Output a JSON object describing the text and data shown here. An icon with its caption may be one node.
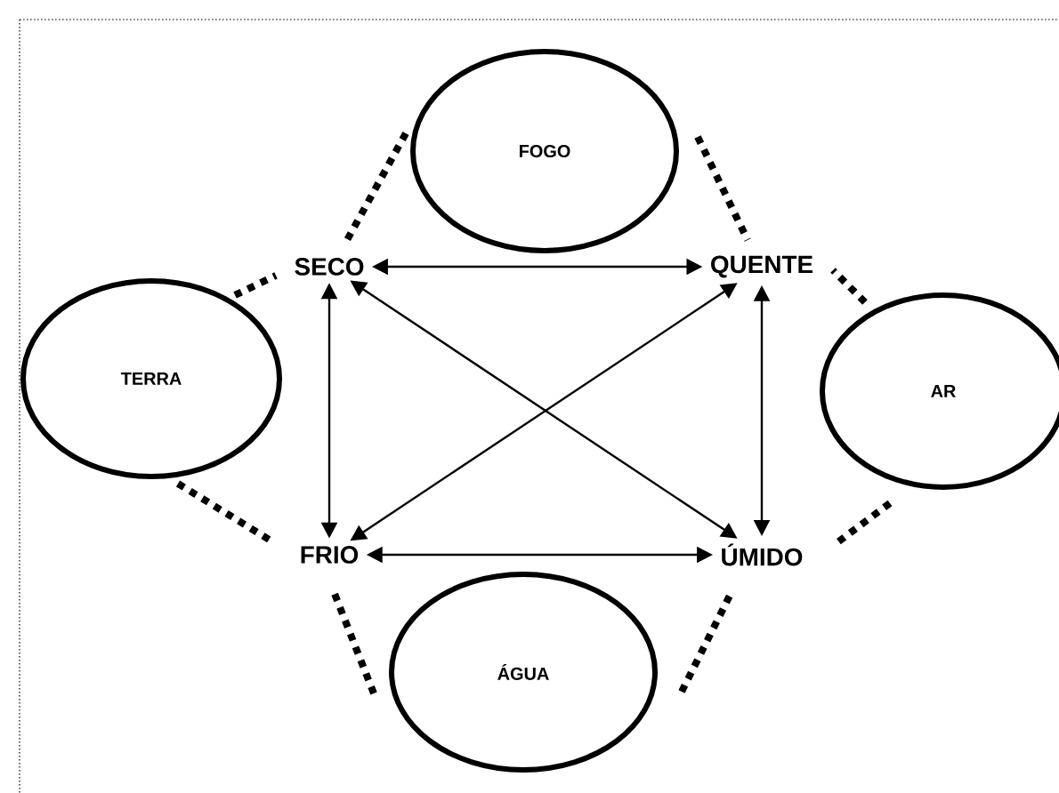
{
  "diagram": {
    "nodes": [
      {
        "text": [
          "FOGO"
        ]
      },
      {
        "text": [
          "SECO"
        ]
      },
      {
        "text": [
          "QUENTE"
        ]
      },
      {
        "text": [
          "TERRA"
        ]
      },
      {
        "text": [
          "AR"
        ]
      },
      {
        "text": [
          "FRIO"
        ]
      },
      {
        "text": [
          "ÚMIDO"
        ]
      },
      {
        "text": [
          "ÁGUA"
        ]
      }
    ],
    "edges": [
      {
        "from": 0,
        "to": 1,
        "arrow": "none",
        "style": "dashed"
      },
      {
        "from": 3,
        "to": 1,
        "arrow": "none",
        "style": "dashed"
      },
      {
        "from": 0,
        "to": 2,
        "arrow": "none",
        "style": "dashed"
      },
      {
        "from": 4,
        "to": 2,
        "arrow": "none",
        "style": "dashed"
      },
      {
        "from": 3,
        "to": 5,
        "arrow": "none",
        "style": "dashed"
      },
      {
        "from": 7,
        "to": 5,
        "arrow": "none",
        "style": "dashed"
      },
      {
        "from": 7,
        "to": 6,
        "arrow": "none",
        "style": "dashed"
      },
      {
        "from": 4,
        "to": 6,
        "arrow": "none",
        "style": "dashed"
      },
      {
        "from": 1,
        "to": 2,
        "arrow": "both"
      },
      {
        "from": 5,
        "to": 6,
        "arrow": "both"
      },
      {
        "from": 1,
        "to": 5,
        "arrow": "both"
      },
      {
        "from": 2,
        "to": 6,
        "arrow": "both"
      },
      {
        "from": 1,
        "to": 6,
        "arrow": "both"
      },
      {
        "from": 2,
        "to": 5,
        "arrow": "both"
      }
    ]
  }
}
